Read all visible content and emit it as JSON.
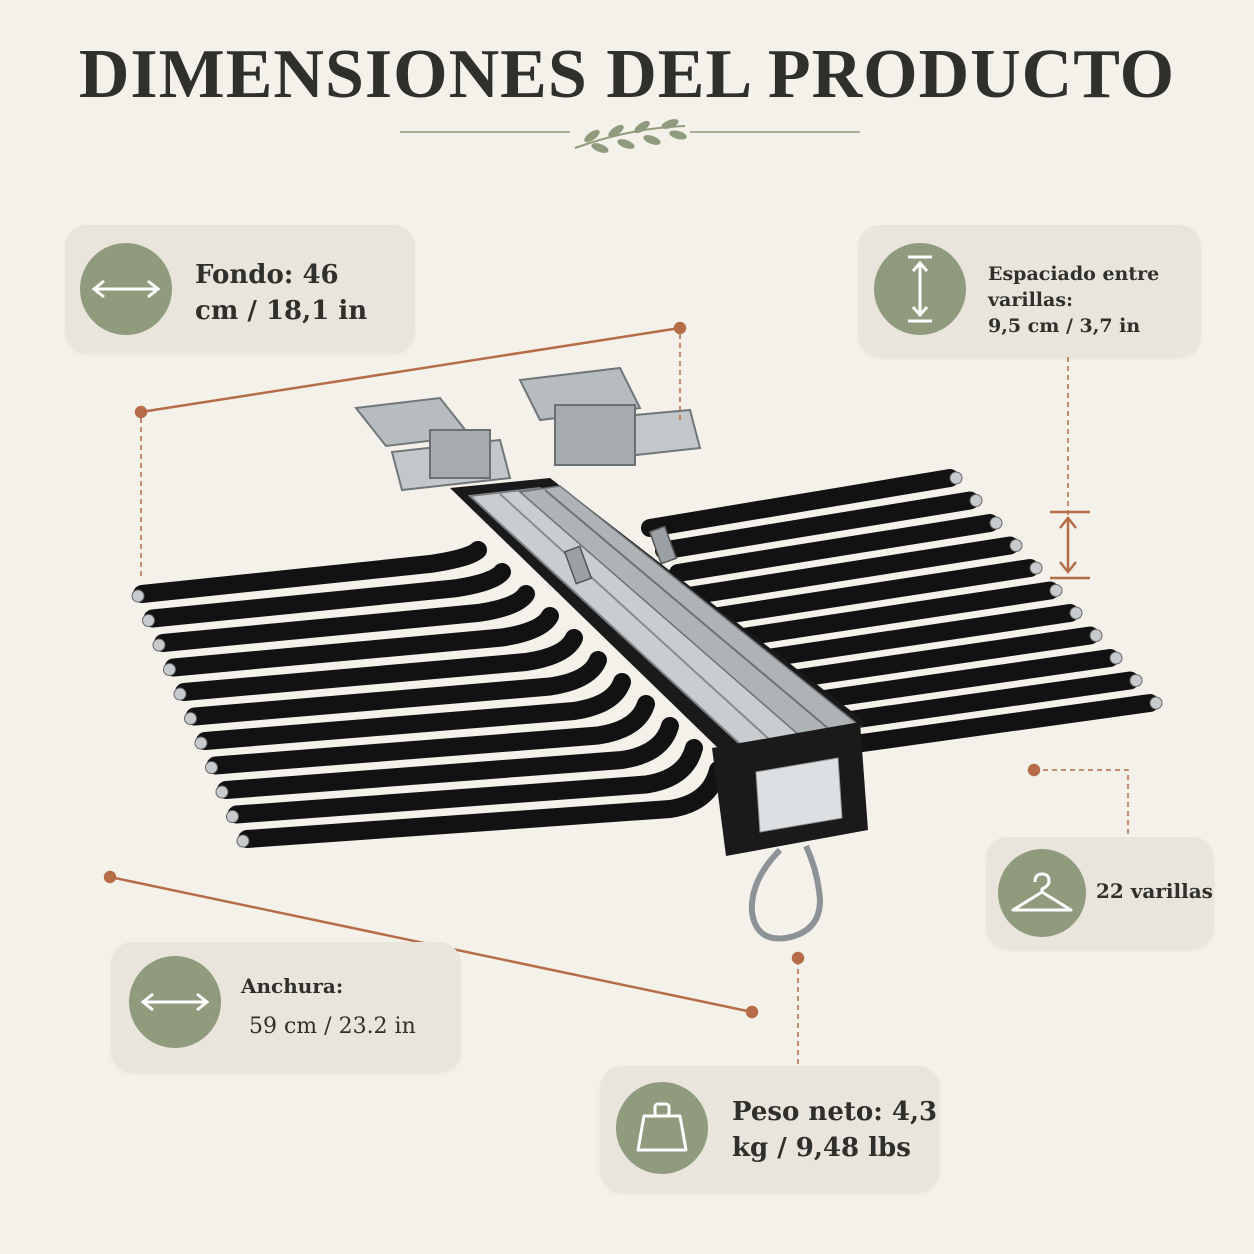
{
  "title": "DIMENSIONES DEL PRODUCTO",
  "colors": {
    "background": "#f4f1ea",
    "card": "#e9e5dc",
    "icon_circle": "#8f9b7c",
    "accent": "#b56d47",
    "rods": "#111111"
  },
  "specs": {
    "depth": {
      "icon": "horizontal-arrow-icon",
      "line1": "Fondo: 46",
      "line2": "cm / 18,1 in"
    },
    "spacing": {
      "icon": "vertical-arrow-icon",
      "line1": "Espaciado entre varillas:",
      "line2": "9,5 cm / 3,7 in"
    },
    "rods": {
      "icon": "hanger-icon",
      "text": "22 varillas"
    },
    "width": {
      "icon": "horizontal-arrow-icon",
      "line1": "Anchura:",
      "line2": "59 cm / 23.2 in"
    },
    "weight": {
      "icon": "weight-icon",
      "line1": "Peso neto: 4,3",
      "line2": "kg / 9,48 lbs"
    }
  }
}
